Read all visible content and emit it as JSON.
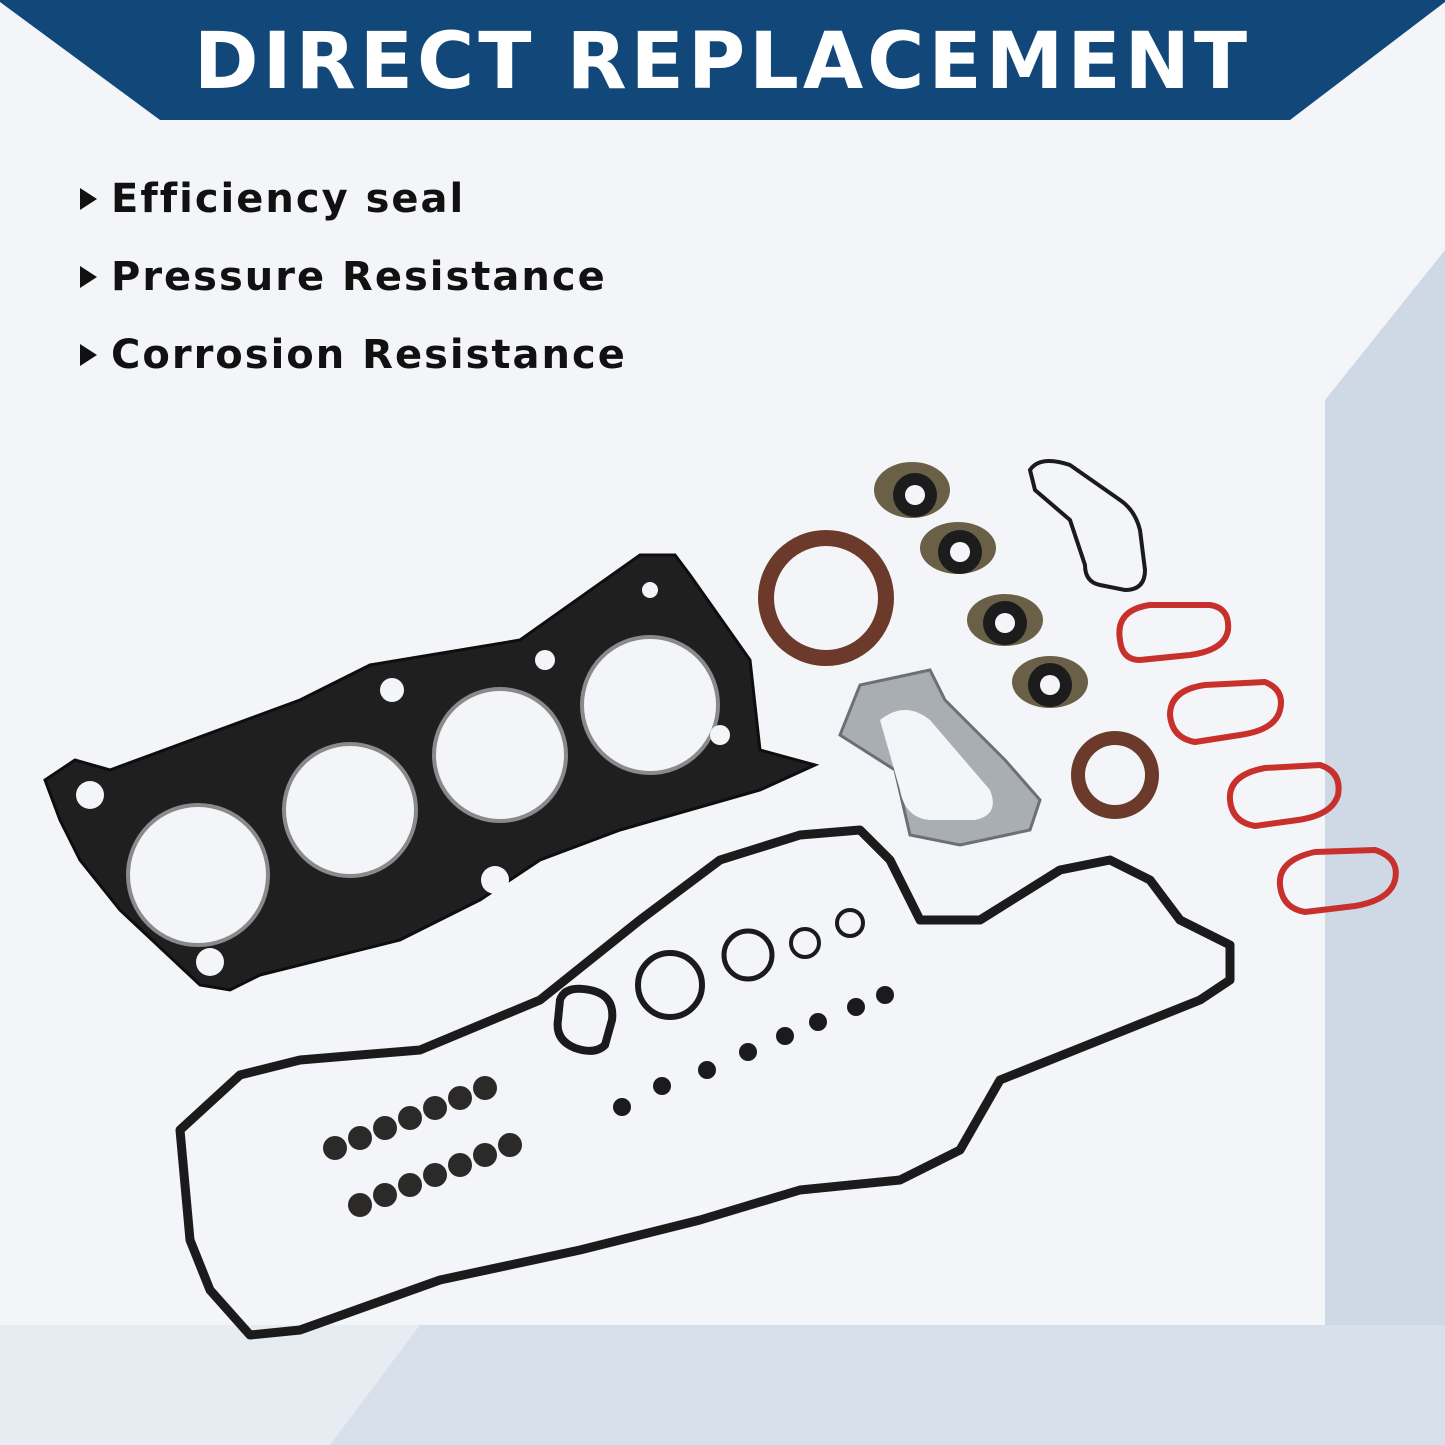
{
  "banner": {
    "title": "DIRECT REPLACEMENT",
    "color": "#12477a"
  },
  "features": [
    {
      "label": "Efficiency seal"
    },
    {
      "label": "Pressure Resistance"
    },
    {
      "label": "Corrosion Resistance"
    }
  ],
  "colors": {
    "background": "#f3f5f8",
    "panel": "#cfd9e6",
    "gasket_black": "#1b1b1b",
    "seal_brown": "#6b3a2a",
    "gasket_red": "#c8302c"
  },
  "product": {
    "parts": [
      "head-gasket",
      "valve-cover-gasket",
      "crank-seals",
      "cam-seals",
      "intake-manifold-gaskets",
      "exhaust-gasket",
      "o-rings",
      "valve-stem-seals"
    ]
  }
}
